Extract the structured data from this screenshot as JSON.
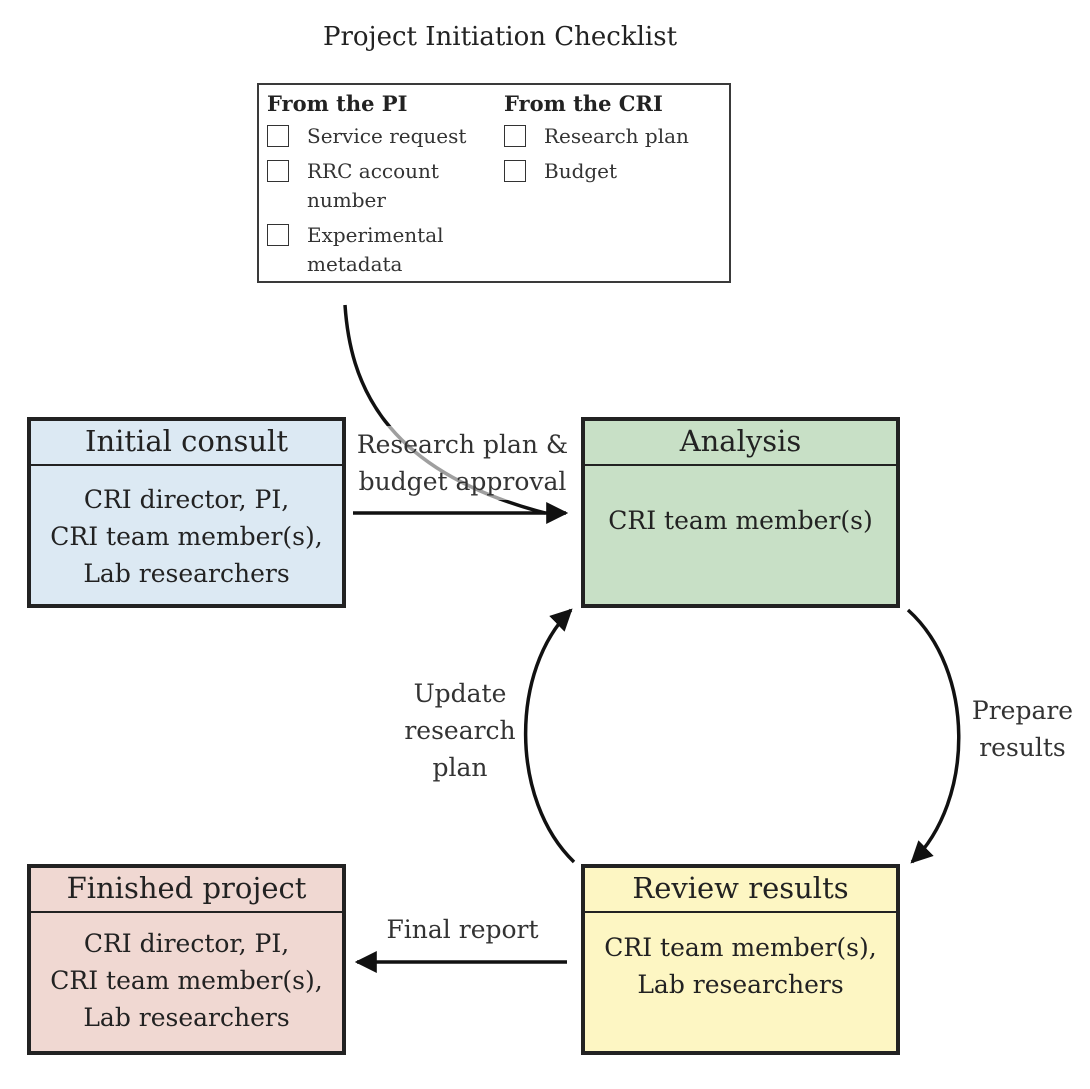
{
  "title": "Project Initiation Checklist",
  "checklist": {
    "pi": {
      "heading": "From the PI",
      "items": [
        "Service request",
        "RRC account number",
        "Experimental metadata"
      ]
    },
    "cri": {
      "heading": "From the CRI",
      "items": [
        "Research plan",
        "Budget"
      ]
    }
  },
  "boxes": {
    "initial_consult": {
      "title": "Initial consult",
      "body": "CRI director, PI,\nCRI team member(s),\nLab researchers",
      "color": "#dce9f3"
    },
    "analysis": {
      "title": "Analysis",
      "body": "CRI team member(s)",
      "color": "#c8e0c6"
    },
    "review_results": {
      "title": "Review results",
      "body": "CRI team member(s),\nLab researchers",
      "color": "#fdf6c3"
    },
    "finished_project": {
      "title": "Finished project",
      "body": "CRI director, PI,\nCRI team member(s),\nLab researchers",
      "color": "#f0d8d2"
    }
  },
  "edges": {
    "research_plan_approval": "Research plan &\nbudget approval",
    "prepare_results": "Prepare\nresults",
    "update_research_plan": "Update\nresearch\nplan",
    "final_report": "Final report"
  }
}
